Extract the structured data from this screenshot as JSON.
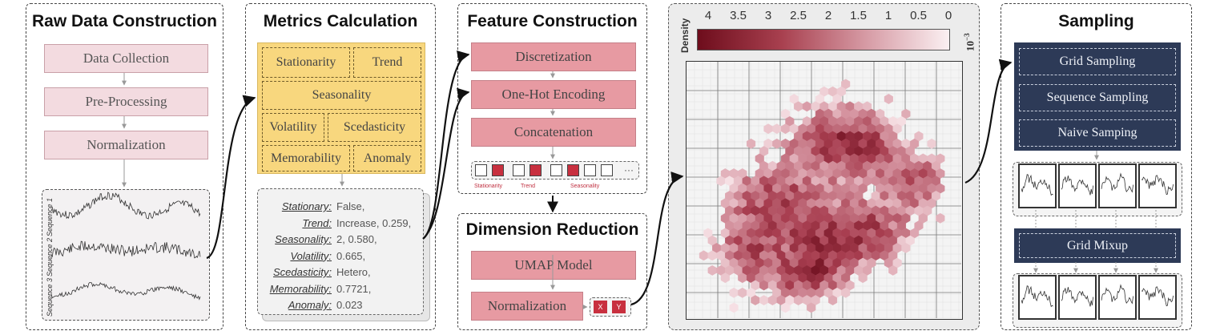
{
  "panels": {
    "raw": {
      "title": "Raw Data Construction",
      "steps": [
        "Data Collection",
        "Pre-Processing",
        "Normalization"
      ],
      "sequences": [
        "Sequence 1",
        "Sequence 2",
        "Sequence 3"
      ]
    },
    "metrics": {
      "title": "Metrics Calculation",
      "cells": [
        "Stationarity",
        "Trend",
        "Seasonality",
        "Volatility",
        "Scedasticity",
        "Memorability",
        "Anomaly"
      ],
      "values": [
        {
          "key": "Stationary:",
          "val": "False,"
        },
        {
          "key": "Trend:",
          "val": "Increase, 0.259,"
        },
        {
          "key": "Seasonality:",
          "val": "2, 0.580,"
        },
        {
          "key": "Volatility:",
          "val": "0.665,"
        },
        {
          "key": "Scedasticity:",
          "val": "Hetero,"
        },
        {
          "key": "Memorability:",
          "val": "0.7721,"
        },
        {
          "key": "Anomaly:",
          "val": "0.023"
        }
      ]
    },
    "feature": {
      "title": "Feature Construction",
      "steps": [
        "Discretization",
        "One-Hot Encoding",
        "Concatenation"
      ],
      "legend": [
        "Stationarity",
        "Trend",
        "Seasonality"
      ],
      "ellipsis": "···"
    },
    "dimred": {
      "title": "Dimension Reduction",
      "steps": [
        "UMAP Model",
        "Normalization"
      ],
      "outputs": [
        "X",
        "Y"
      ]
    },
    "density": {
      "label": "Density",
      "ticks": [
        "4",
        "3.5",
        "3",
        "2.5",
        "2",
        "1.5",
        "1",
        "0.5",
        "0"
      ],
      "unit": "10",
      "exponent": "−3"
    },
    "sampling": {
      "title": "Sampling",
      "methods": [
        "Grid Sampling",
        "Sequence Sampling",
        "Naive Samping"
      ],
      "mixup": "Grid Mixup"
    }
  },
  "colors": {
    "pink": "#f3dbe0",
    "red": "#e79aa2",
    "yellow": "#f8d77e",
    "navy": "#2d3a57",
    "accent": "#c8303f"
  }
}
